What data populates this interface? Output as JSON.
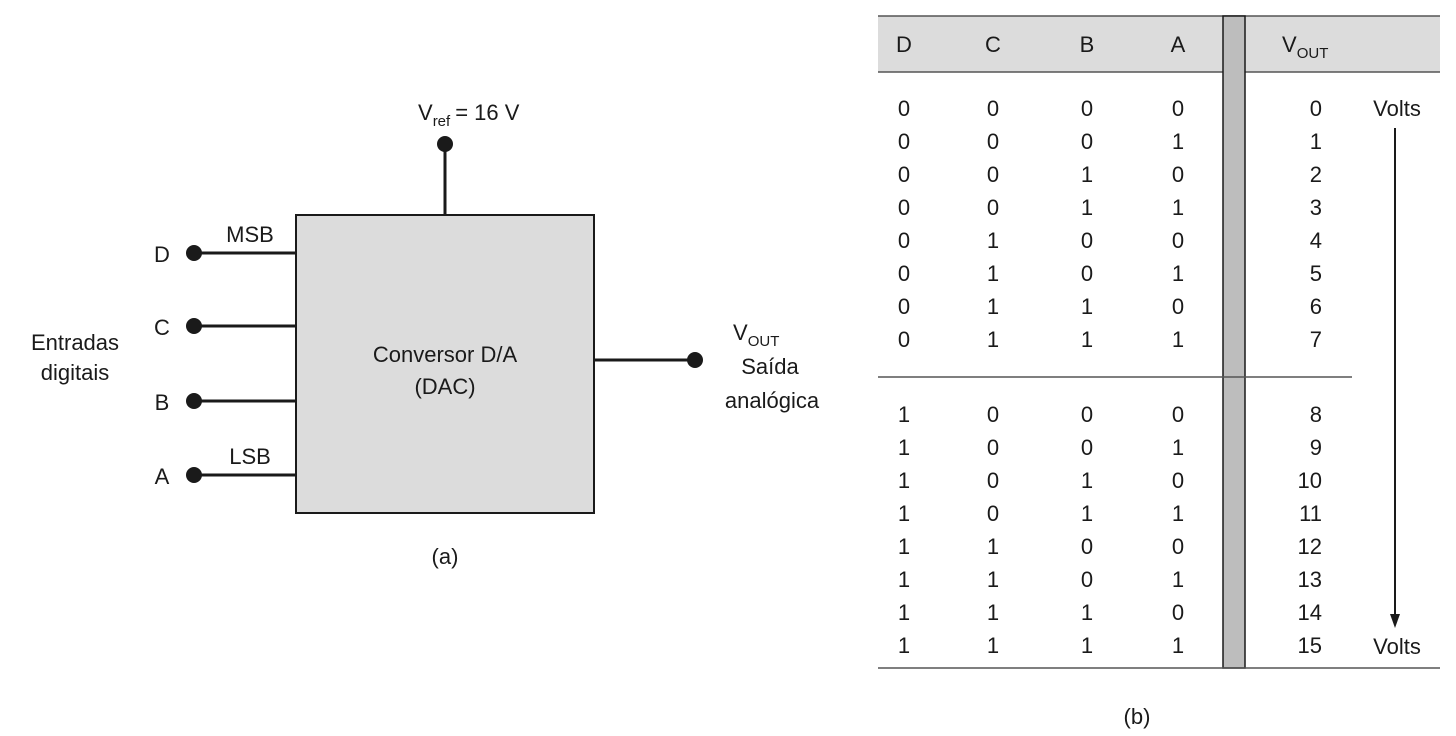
{
  "panel_a": {
    "vref": {
      "symbol": "V",
      "subscript": "ref",
      "value": "= 16 V"
    },
    "dac_label_line1": "Conversor D/A",
    "dac_label_line2": "(DAC)",
    "inputs_label_line1": "Entradas",
    "inputs_label_line2": "digitais",
    "inputs": [
      {
        "name": "D",
        "tag": "MSB"
      },
      {
        "name": "C",
        "tag": ""
      },
      {
        "name": "B",
        "tag": ""
      },
      {
        "name": "A",
        "tag": "LSB"
      }
    ],
    "output": {
      "symbol": "V",
      "subscript": "OUT",
      "line2": "Saída",
      "line3": "analógica"
    },
    "caption": "(a)"
  },
  "panel_b": {
    "headers": [
      "D",
      "C",
      "B",
      "A"
    ],
    "vout_header": {
      "symbol": "V",
      "subscript": "OUT"
    },
    "unit_label": "Volts",
    "rows": [
      [
        "0",
        "0",
        "0",
        "0",
        "0"
      ],
      [
        "0",
        "0",
        "0",
        "1",
        "1"
      ],
      [
        "0",
        "0",
        "1",
        "0",
        "2"
      ],
      [
        "0",
        "0",
        "1",
        "1",
        "3"
      ],
      [
        "0",
        "1",
        "0",
        "0",
        "4"
      ],
      [
        "0",
        "1",
        "0",
        "1",
        "5"
      ],
      [
        "0",
        "1",
        "1",
        "0",
        "6"
      ],
      [
        "0",
        "1",
        "1",
        "1",
        "7"
      ],
      [
        "1",
        "0",
        "0",
        "0",
        "8"
      ],
      [
        "1",
        "0",
        "0",
        "1",
        "9"
      ],
      [
        "1",
        "0",
        "1",
        "0",
        "10"
      ],
      [
        "1",
        "0",
        "1",
        "1",
        "11"
      ],
      [
        "1",
        "1",
        "0",
        "0",
        "12"
      ],
      [
        "1",
        "1",
        "0",
        "1",
        "13"
      ],
      [
        "1",
        "1",
        "1",
        "0",
        "14"
      ],
      [
        "1",
        "1",
        "1",
        "1",
        "15"
      ]
    ],
    "caption": "(b)"
  },
  "colors": {
    "ink": "#1a1a1a",
    "box_fill": "#dcdcdc",
    "header_fill": "#dcdcdc",
    "separator_fill": "#bdbdbd",
    "rule": "#555555"
  }
}
